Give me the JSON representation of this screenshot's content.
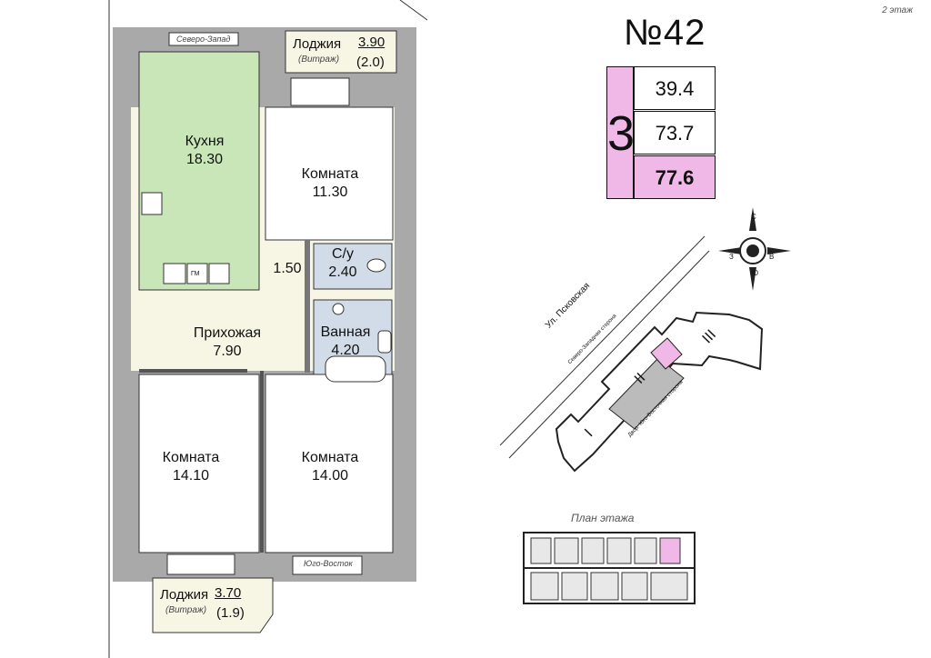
{
  "corner_label": "2 этаж",
  "apartment": {
    "number": "№42",
    "rooms": "3",
    "living_area": "39.4",
    "area": "73.7",
    "total_area": "77.6"
  },
  "rooms": {
    "kitchen": {
      "name": "Кухня",
      "area": "18.30"
    },
    "room_top": {
      "name": "Комната",
      "area": "11.30"
    },
    "corridor": {
      "area": "1.50"
    },
    "wc": {
      "name": "С/у",
      "area": "2.40"
    },
    "hall": {
      "name": "Прихожая",
      "area": "7.90"
    },
    "bath": {
      "name": "Ванная",
      "area": "4.20"
    },
    "room_bl": {
      "name": "Комната",
      "area": "14.10"
    },
    "room_br": {
      "name": "Комната",
      "area": "14.00"
    }
  },
  "loggia_top": {
    "name": "Лоджия",
    "area": "3.90",
    "note": "(Витраж)",
    "area_reduced": "(2.0)"
  },
  "loggia_bottom": {
    "name": "Лоджия",
    "area": "3.70",
    "note": "(Витраж)",
    "area_reduced": "(1.9)"
  },
  "orientation": {
    "top": "Северо-Запад",
    "bottom": "Юго-Восток"
  },
  "site_plan": {
    "street": "Ул. Псковская",
    "nw_side": "Северо-Западная сторона",
    "se_side": "Двор. Юго-Восточная сторона",
    "sections": [
      "I",
      "II",
      "III"
    ],
    "compass": {
      "n": "С",
      "s": "Ю",
      "w": "З",
      "e": "В"
    }
  },
  "floor_plan_title": "План этажа",
  "gm_label": "ГМ",
  "colors": {
    "kitchen": "#c9e6b8",
    "wall": "#a9a9a9",
    "floor": "#f7f6e5",
    "highlight": "#f0b8e6",
    "wet": "#d2dce8"
  }
}
